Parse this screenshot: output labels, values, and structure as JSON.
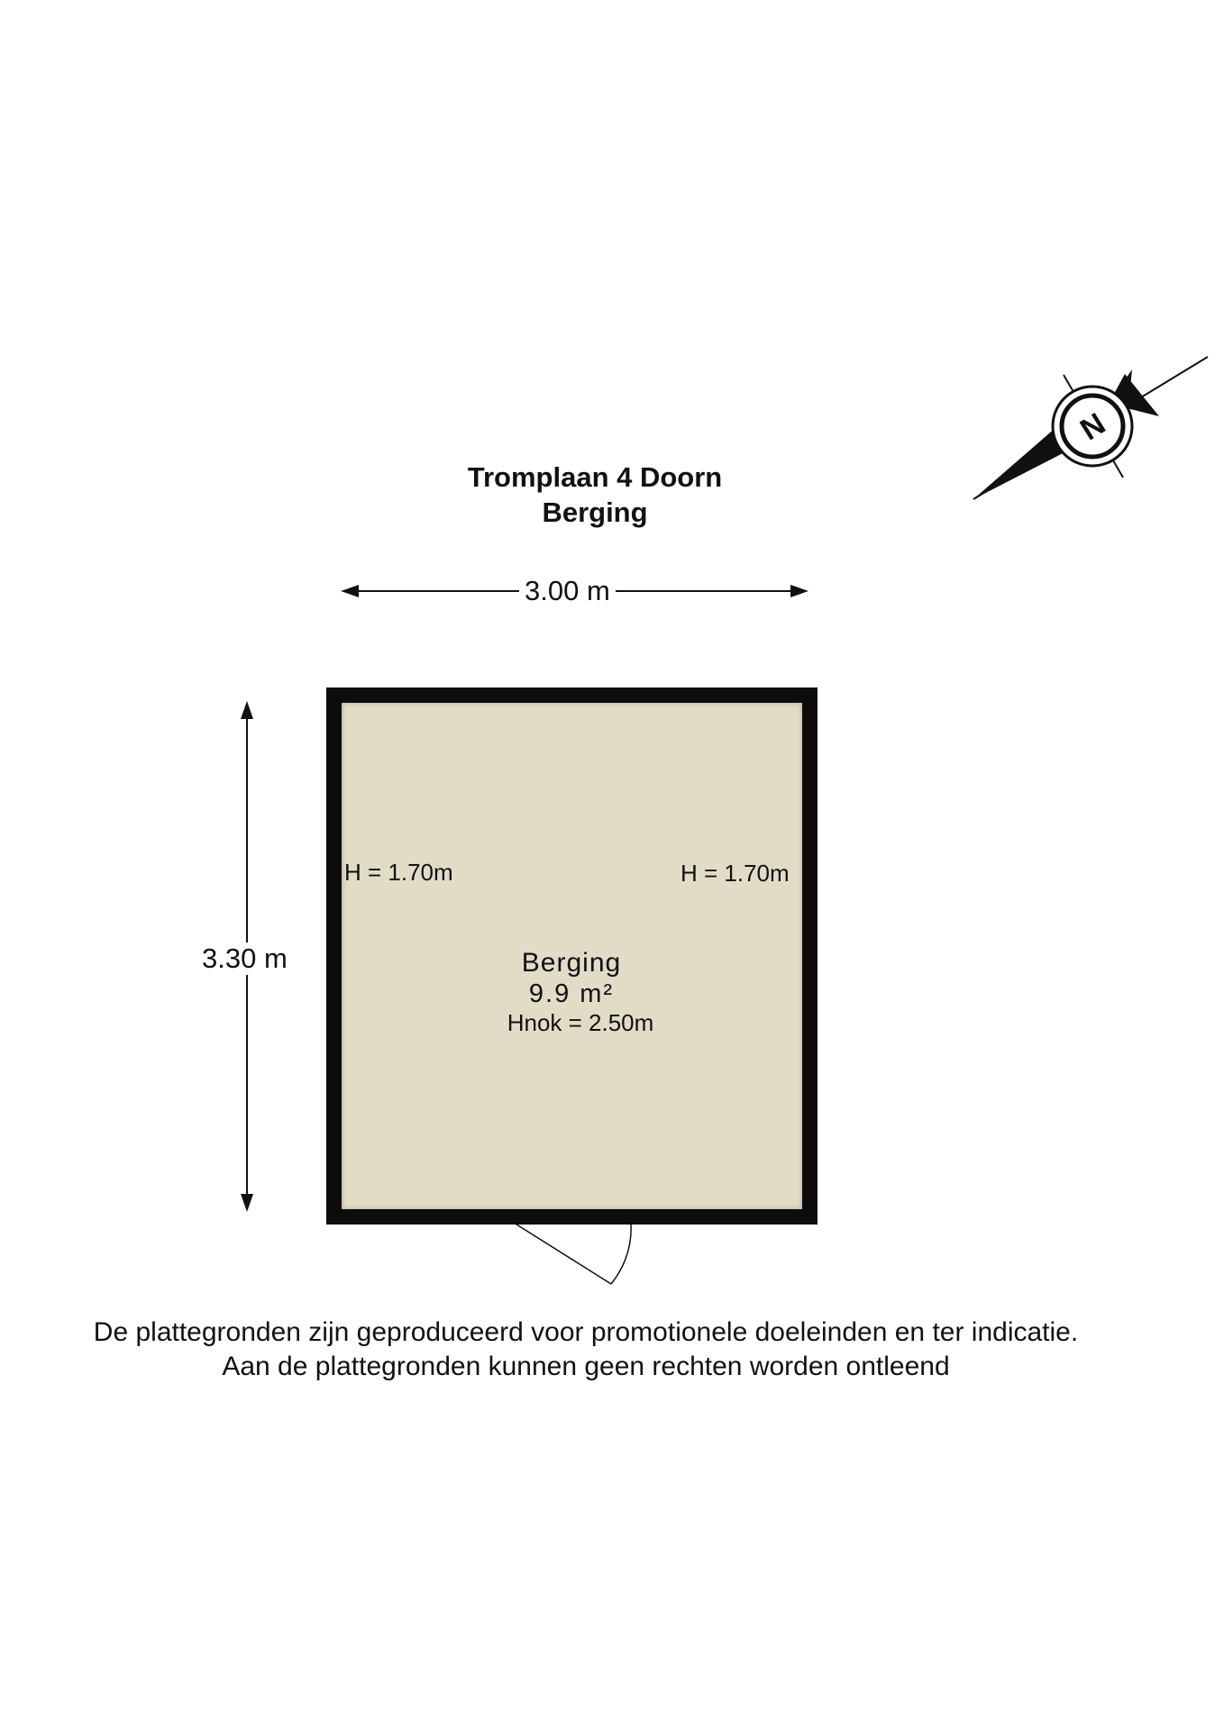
{
  "plan": {
    "address": "Tromplaan 4 Doorn",
    "floor": "Berging"
  },
  "dimensions": {
    "width": "3.00 m",
    "depth": "3.30 m"
  },
  "room": {
    "name": "Berging",
    "area": "9.9 m²",
    "ridge_height": "Hnok = 2.50m",
    "height_left": "H = 1.70m",
    "height_right": "H = 1.70m",
    "floor_color": "#e2dcc7",
    "wall_color": "#0c0c0c"
  },
  "compass": {
    "letter": "N",
    "icon": "north-arrow-icon"
  },
  "disclaimer": {
    "line1": "De plattegronden zijn geproduceerd voor promotionele doeleinden en ter indicatie.",
    "line2": "Aan de plattegronden kunnen geen rechten worden ontleend"
  }
}
